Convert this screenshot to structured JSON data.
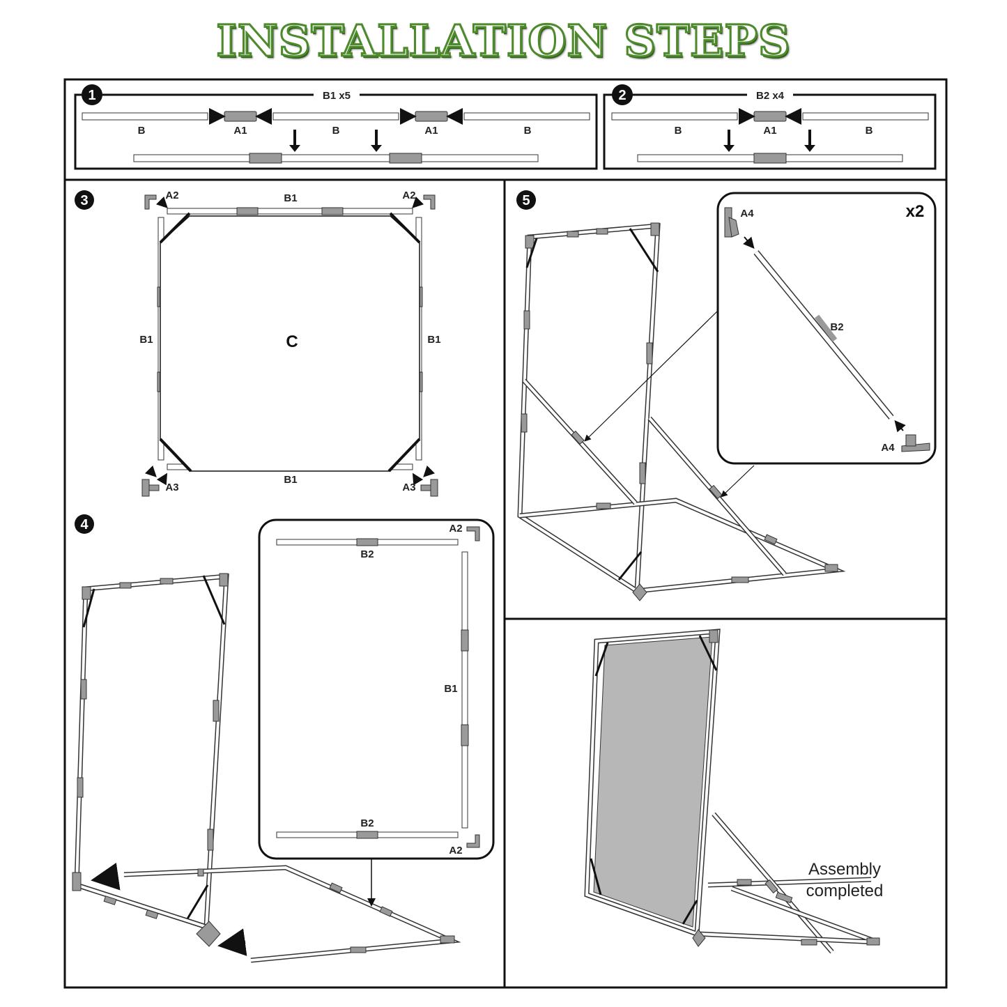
{
  "title": "INSTALLATION STEPS",
  "steps": {
    "s1": {
      "number": "1",
      "header": "B1 x5",
      "parts": [
        "B",
        "A1",
        "B",
        "A1",
        "B"
      ]
    },
    "s2": {
      "number": "2",
      "header": "B2 x4",
      "parts": [
        "B",
        "A1",
        "B"
      ]
    },
    "s3": {
      "number": "3",
      "top": "B1",
      "bottom": "B1",
      "left": "B1",
      "right": "B1",
      "center": "C",
      "corner_top_left": "A2",
      "corner_top_right": "A2",
      "corner_bottom_left": "A3",
      "corner_bottom_right": "A3"
    },
    "s4": {
      "number": "4",
      "inset_top": "B2",
      "inset_bottom": "B2",
      "inset_side": "B1",
      "corner_top": "A2",
      "corner_bottom": "A2"
    },
    "s5": {
      "number": "5",
      "qty": "x2",
      "part_top": "A4",
      "part_bottom": "A4",
      "tube": "B2"
    },
    "done": {
      "line1": "Assembly",
      "line2": "completed"
    }
  },
  "colors": {
    "title_outline": "#4c8a2b",
    "connector": "#9a9a9a",
    "net": "#b7b7b7",
    "frame": "#111111"
  }
}
